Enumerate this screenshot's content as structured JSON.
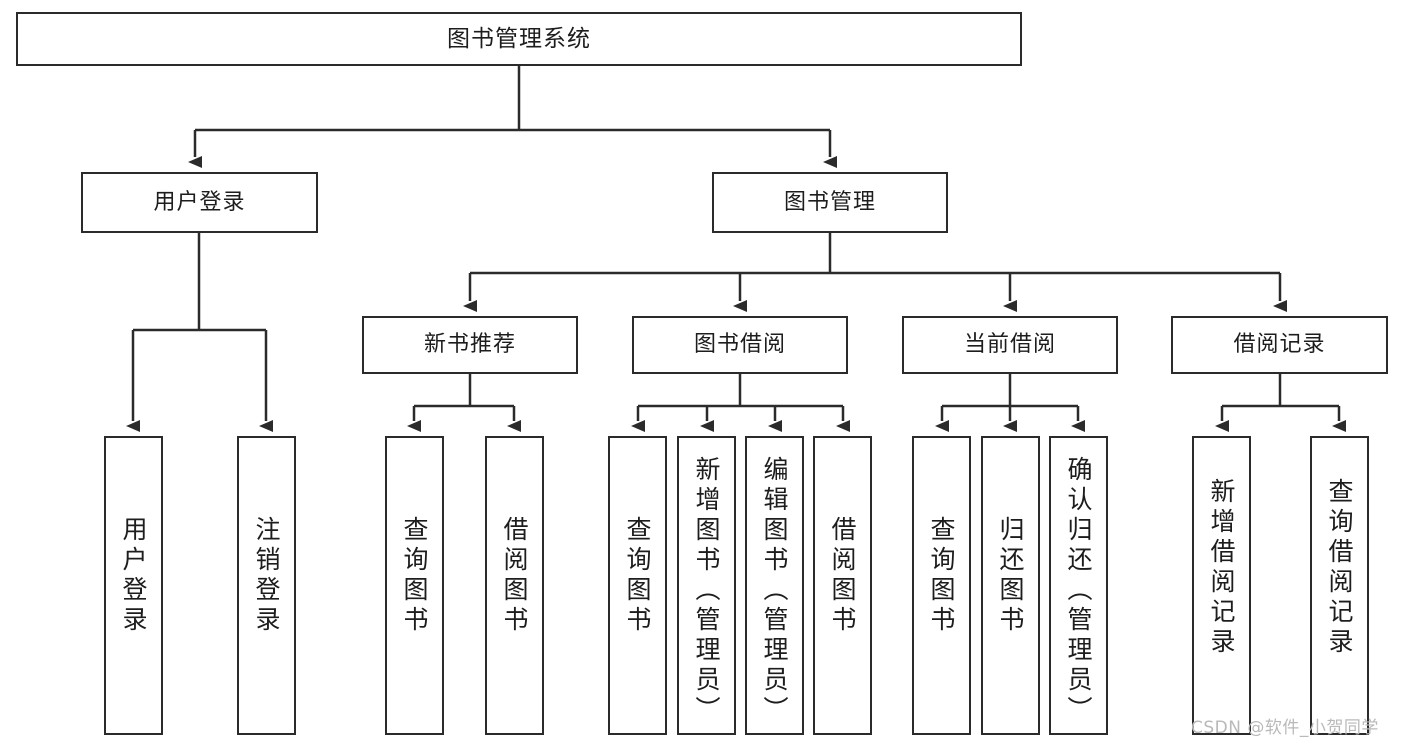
{
  "diagram": {
    "title": "图书管理系统",
    "type": "hierarchy-tree",
    "root": {
      "label": "图书管理系统"
    },
    "level2": [
      {
        "label": "用户登录"
      },
      {
        "label": "图书管理"
      }
    ],
    "level3": [
      {
        "label": "新书推荐"
      },
      {
        "label": "图书借阅"
      },
      {
        "label": "当前借阅"
      },
      {
        "label": "借阅记录"
      }
    ],
    "leaves": {
      "user_login": [
        {
          "label": "用户登录"
        },
        {
          "label": "注销登录"
        }
      ],
      "new_book_recommend": [
        {
          "label": "查询图书"
        },
        {
          "label": "借阅图书"
        }
      ],
      "book_borrow": [
        {
          "label": "查询图书"
        },
        {
          "label": "新增图书（管理员）"
        },
        {
          "label": "编辑图书（管理员）"
        },
        {
          "label": "借阅图书"
        }
      ],
      "current_borrow": [
        {
          "label": "查询图书"
        },
        {
          "label": "归还图书"
        },
        {
          "label": "确认归还（管理员）"
        }
      ],
      "borrow_record": [
        {
          "label": "新增借阅记录"
        },
        {
          "label": "查询借阅记录"
        }
      ]
    }
  },
  "watermark": {
    "text": "CSDN @软件_小贺同学"
  },
  "colors": {
    "stroke": "#2b2b2b",
    "background": "#ffffff",
    "text": "#1d1d1d",
    "watermark": "#b9b9b9"
  }
}
